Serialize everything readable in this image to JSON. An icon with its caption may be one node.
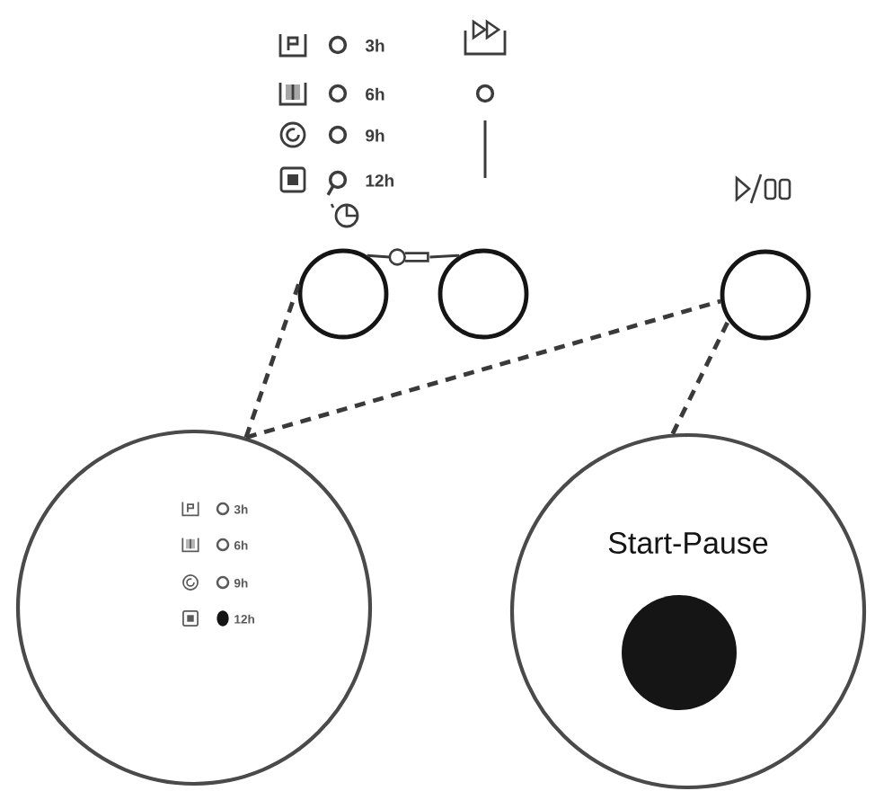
{
  "diagram": {
    "nodes": [
      {
        "text": [],
        "shape": "circle"
      },
      {
        "text": [],
        "shape": "picture"
      },
      {
        "text": [],
        "shape": "circle"
      },
      {
        "text": [],
        "shape": "circle"
      },
      {
        "text": [
          "3h",
          "6h",
          "9h",
          "12h"
        ]
      },
      {
        "text": [
          "Start-Pause"
        ]
      },
      {
        "text": [],
        "shape": "circle",
        "in": 5
      }
    ],
    "edges": [
      {
        "from": 0,
        "to": 1,
        "arrow": "none"
      },
      {
        "from": 1,
        "to": 2,
        "arrow": "none"
      },
      {
        "from": 4,
        "to": 0,
        "arrow": "none",
        "style": "dashed"
      },
      {
        "from": 4,
        "to": 3,
        "arrow": "none",
        "style": "dashed"
      },
      {
        "from": 5,
        "to": 3,
        "arrow": "none",
        "style": "dashed"
      }
    ],
    "labels": [
      "3h",
      "6h",
      "9h",
      "12h"
    ]
  }
}
